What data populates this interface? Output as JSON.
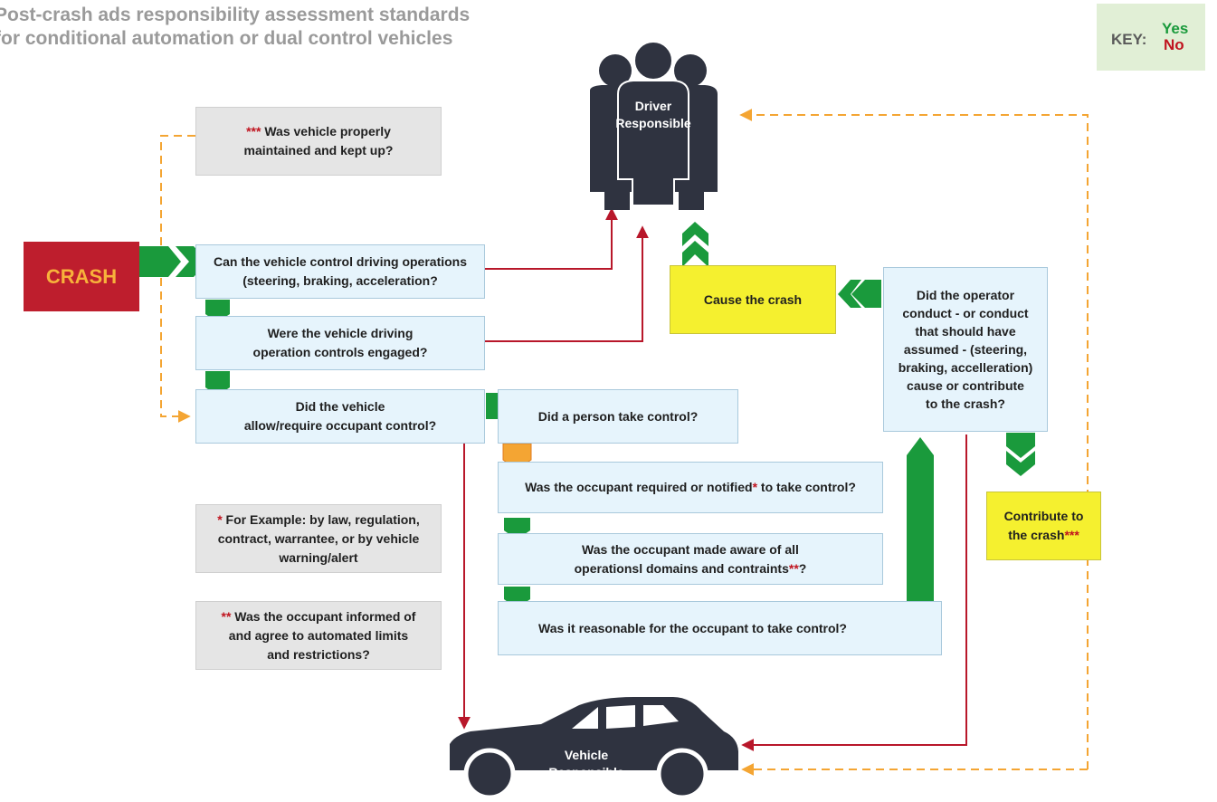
{
  "title": {
    "line1": "Post-crash ads responsibility assessment standards",
    "line2": "for conditional automation or dual control vehicles"
  },
  "key": {
    "label": "KEY:",
    "yes": "Yes",
    "no": "No"
  },
  "colors": {
    "yes": "#1a9a3c",
    "no": "#c0141f",
    "conditional": "#f4a533",
    "question_fill": "#e6f4fc",
    "outcome_fill": "#f5f02f",
    "crash_fill": "#be1e2d"
  },
  "crash": {
    "label": "CRASH"
  },
  "driver": {
    "line1": "Driver",
    "line2": "Responsible"
  },
  "vehicle": {
    "line1": "Vehicle",
    "line2": "Responsible"
  },
  "questions": {
    "maintained": {
      "mark": "***",
      "line1": " Was vehicle properly",
      "line2": "maintained and kept up?"
    },
    "control_ops": {
      "line1": "Can the vehicle control driving operations",
      "line2": "(steering, braking, acceleration?"
    },
    "engaged": {
      "line1": "Were the vehicle driving",
      "line2": "operation controls engaged?"
    },
    "allow_occupant": {
      "line1": "Did the vehicle",
      "line2": "allow/require occupant control?"
    },
    "person_took": {
      "text": "Did a person take control?"
    },
    "required_notified": {
      "before": "Was the occupant required or notified",
      "mark": "*",
      "after": " to take control?"
    },
    "made_aware": {
      "line1": "Was the occupant made aware of all",
      "line2_before": "operationsl domains and contraints",
      "mark": "**",
      "line2_after": "?"
    },
    "reasonable": {
      "text": "Was it reasonable for the occupant to take control?"
    },
    "operator_conduct": {
      "lines": [
        "Did the operator",
        "conduct - or conduct",
        "that should have",
        "assumed - (steering,",
        "braking, accelleration)",
        "cause or contribute",
        "to the crash?"
      ]
    }
  },
  "outcomes": {
    "cause": {
      "text": "Cause the crash"
    },
    "contribute": {
      "line1": "Contribute to",
      "line2_before": "the crash",
      "mark": "***"
    }
  },
  "notes": {
    "example": {
      "mark": "*",
      "line1": " For Example: by law, regulation,",
      "line2": "contract, warrantee, or by vehicle",
      "line3": "warning/alert"
    },
    "informed": {
      "mark": "**",
      "line1": " Was the occupant informed of",
      "line2": "and agree to automated limits",
      "line3": "and restrictions?"
    }
  }
}
